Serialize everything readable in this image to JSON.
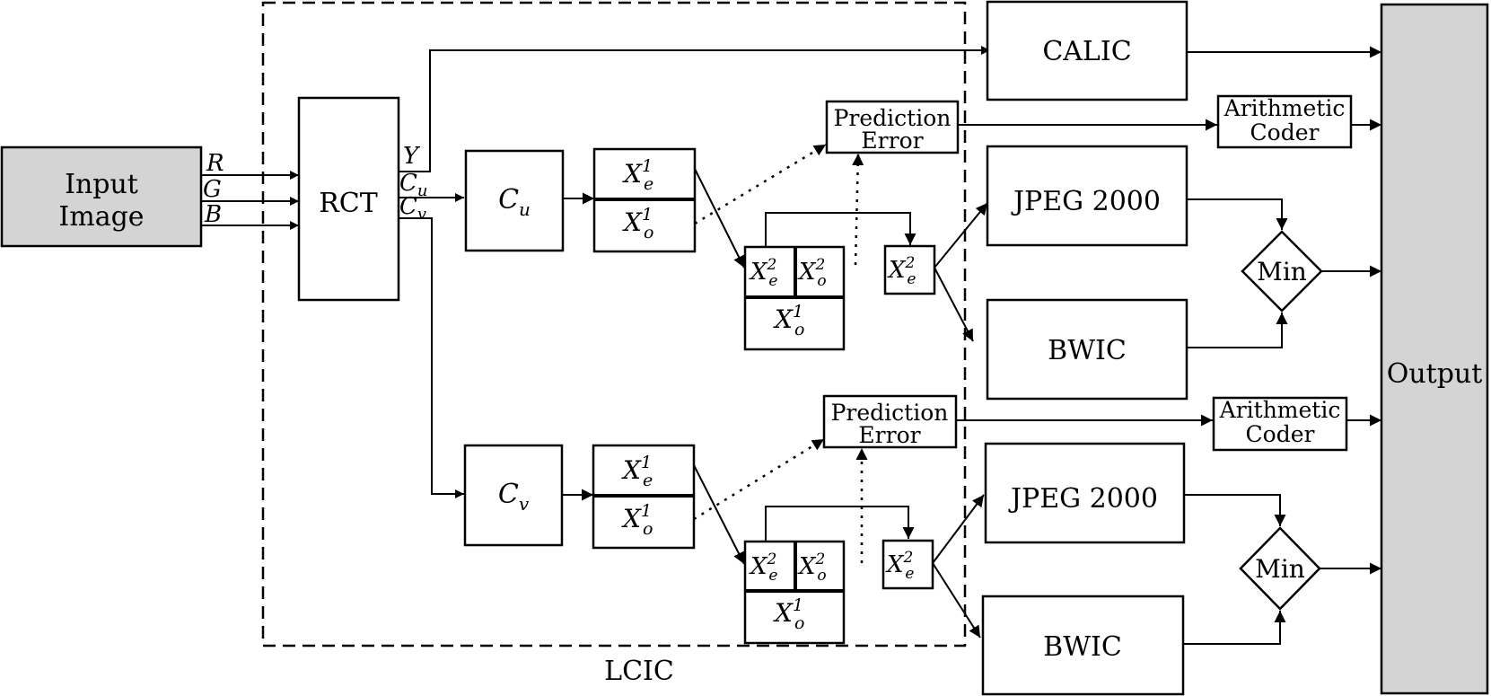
{
  "input": {
    "line1": "Input",
    "line2": "Image"
  },
  "channels": {
    "r": "R",
    "g": "G",
    "b": "B"
  },
  "rct": "RCT",
  "rct_outputs": {
    "y": "Y",
    "cu": {
      "base": "C",
      "sub": "u"
    },
    "cv": {
      "base": "C",
      "sub": "v"
    }
  },
  "lcic_label": "LCIC",
  "output": "Output",
  "calic": "CALIC",
  "pipelines": [
    {
      "component": {
        "base": "C",
        "sub": "u"
      },
      "xe1": {
        "base": "X",
        "sub": "e",
        "sup": "1"
      },
      "xo1": {
        "base": "X",
        "sub": "o",
        "sup": "1"
      },
      "xe2": {
        "base": "X",
        "sub": "e",
        "sup": "2"
      },
      "xo2": {
        "base": "X",
        "sub": "o",
        "sup": "2"
      },
      "xo1b": {
        "base": "X",
        "sub": "o",
        "sup": "1"
      },
      "xe2_out": {
        "base": "X",
        "sub": "e",
        "sup": "2"
      },
      "prediction": {
        "line1": "Prediction",
        "line2": "Error"
      },
      "arith": {
        "line1": "Arithmetic",
        "line2": "Coder"
      },
      "jpeg": "JPEG 2000",
      "bwic": "BWIC",
      "min": "Min"
    },
    {
      "component": {
        "base": "C",
        "sub": "v"
      },
      "xe1": {
        "base": "X",
        "sub": "e",
        "sup": "1"
      },
      "xo1": {
        "base": "X",
        "sub": "o",
        "sup": "1"
      },
      "xe2": {
        "base": "X",
        "sub": "e",
        "sup": "2"
      },
      "xo2": {
        "base": "X",
        "sub": "o",
        "sup": "2"
      },
      "xo1b": {
        "base": "X",
        "sub": "o",
        "sup": "1"
      },
      "xe2_out": {
        "base": "X",
        "sub": "e",
        "sup": "2"
      },
      "prediction": {
        "line1": "Prediction",
        "line2": "Error"
      },
      "arith": {
        "line1": "Arithmetic",
        "line2": "Coder"
      },
      "jpeg": "JPEG 2000",
      "bwic": "BWIC",
      "min": "Min"
    }
  ]
}
